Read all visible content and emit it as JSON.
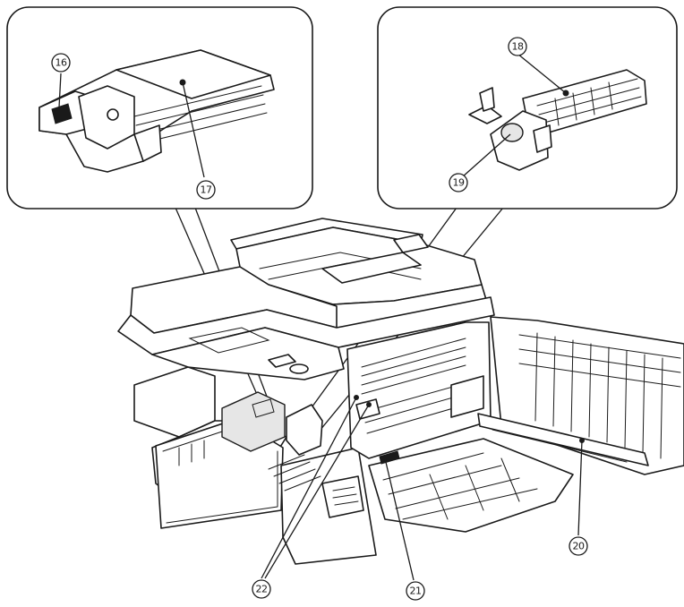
{
  "labels": {
    "n16": "16",
    "n17": "17",
    "n18": "18",
    "n19": "19",
    "n20": "20",
    "n21": "21",
    "n22": "22"
  },
  "colors": {
    "line": "#1a1a1a",
    "background": "#ffffff",
    "shade": "#e6e6e6"
  }
}
